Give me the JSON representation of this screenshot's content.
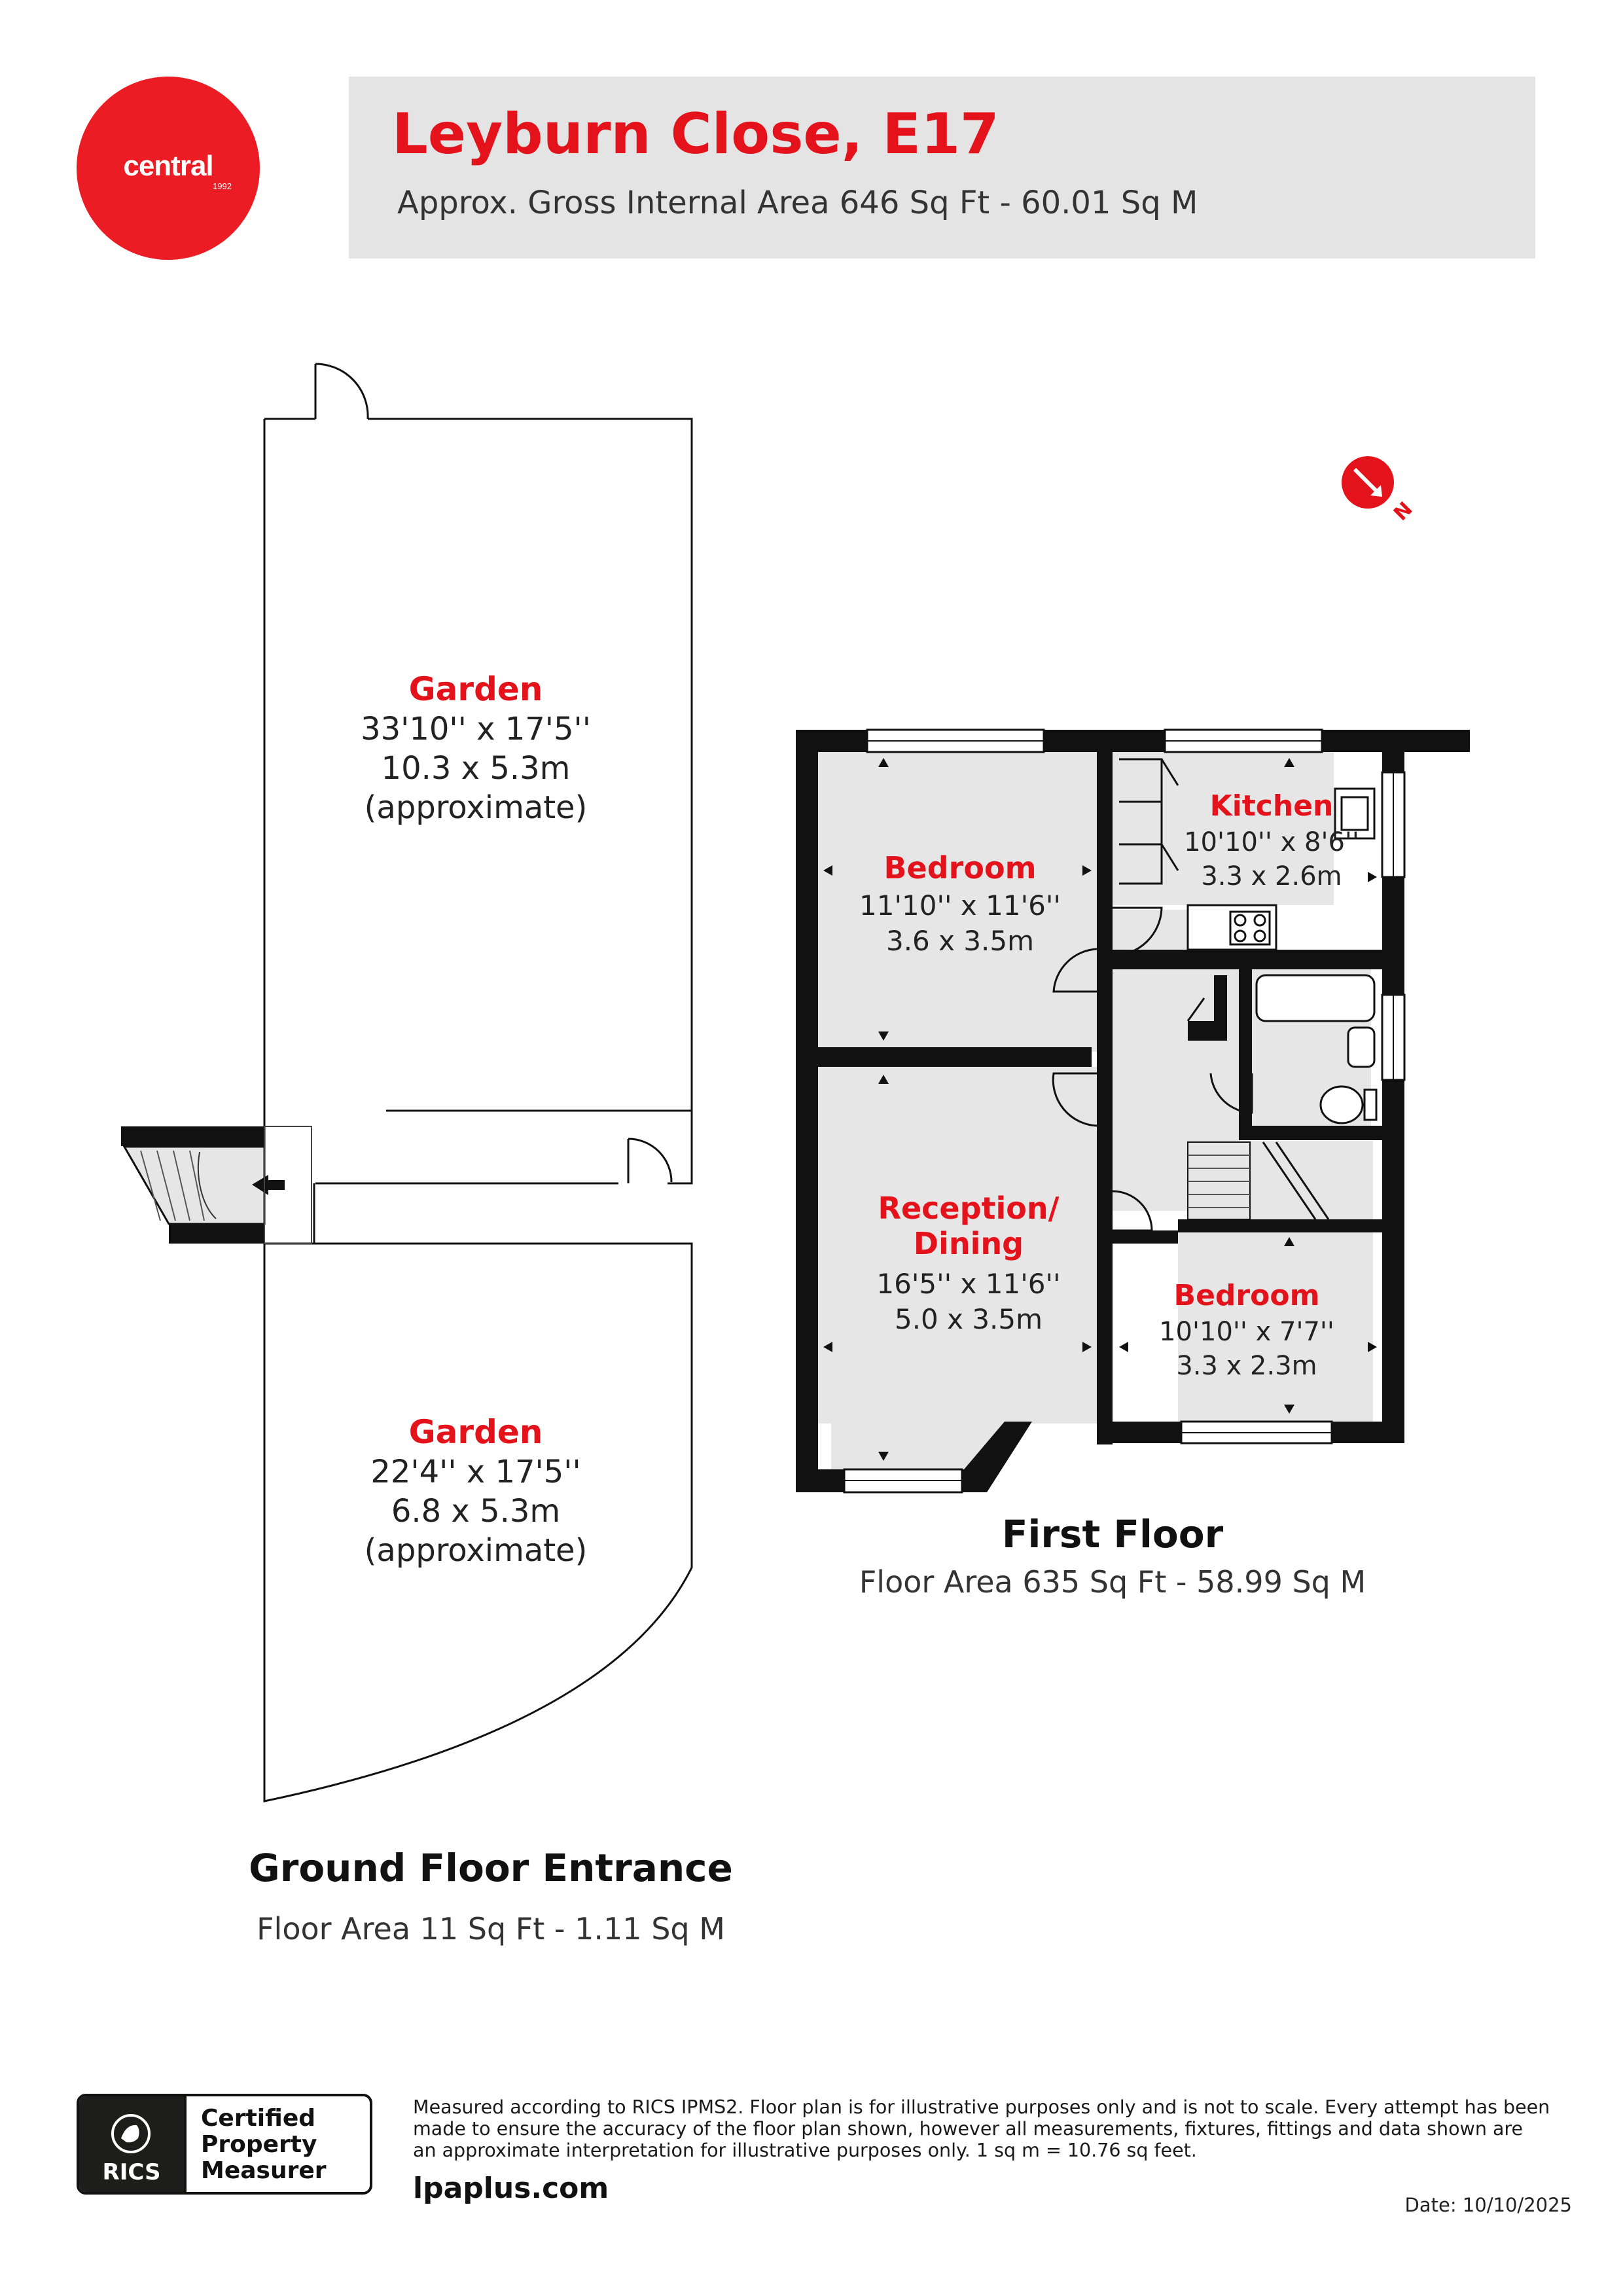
{
  "brand": {
    "name": "central",
    "year": "1992",
    "color": "#ec1c24"
  },
  "header": {
    "address": "Leyburn Close, E17",
    "gross_internal_area": "Approx. Gross Internal Area 646 Sq Ft - 60.01 Sq M"
  },
  "compass": {
    "label": "N",
    "icon": "north-arrow-icon"
  },
  "rooms": {
    "garden_rear": {
      "name": "Garden",
      "imperial": "33'10'' x 17'5''",
      "metric": "10.3 x 5.3m",
      "note": "(approximate)"
    },
    "garden_front": {
      "name": "Garden",
      "imperial": "22'4'' x 17'5''",
      "metric": "6.8 x 5.3m",
      "note": "(approximate)"
    },
    "bedroom_1": {
      "name": "Bedroom",
      "imperial": "11'10'' x 11'6''",
      "metric": "3.6 x 3.5m"
    },
    "kitchen": {
      "name": "Kitchen",
      "imperial": "10'10'' x 8'6''",
      "metric": "3.3 x 2.6m"
    },
    "reception": {
      "name_line1": "Reception/",
      "name_line2": "Dining",
      "imperial": "16'5'' x 11'6''",
      "metric": "5.0 x 3.5m"
    },
    "bedroom_2": {
      "name": "Bedroom",
      "imperial": "10'10'' x 7'7''",
      "metric": "3.3 x 2.3m"
    }
  },
  "floors": {
    "first": {
      "title": "First Floor",
      "area": "Floor Area 635 Sq Ft - 58.99 Sq M"
    },
    "ground": {
      "title": "Ground Floor Entrance",
      "area": "Floor Area 11 Sq Ft - 1.11 Sq M"
    }
  },
  "footer": {
    "rics_label": "RICS",
    "cert_line1": "Certified",
    "cert_line2": "Property",
    "cert_line3": "Measurer",
    "disclaimer": "Measured according to RICS IPMS2. Floor plan is for illustrative purposes only and is not to scale. Every attempt has been made to ensure the accuracy of the floor plan shown, however all measurements, fixtures, fittings and data shown are an approximate interpretation for illustrative purposes only. 1 sq m = 10.76 sq feet.",
    "website": "lpaplus.com",
    "date": "Date: 10/10/2025"
  },
  "colors": {
    "accent_red": "#e3121b",
    "room_fill": "#e6e6e6",
    "header_band": "#e4e4e4",
    "wall": "#111111"
  }
}
